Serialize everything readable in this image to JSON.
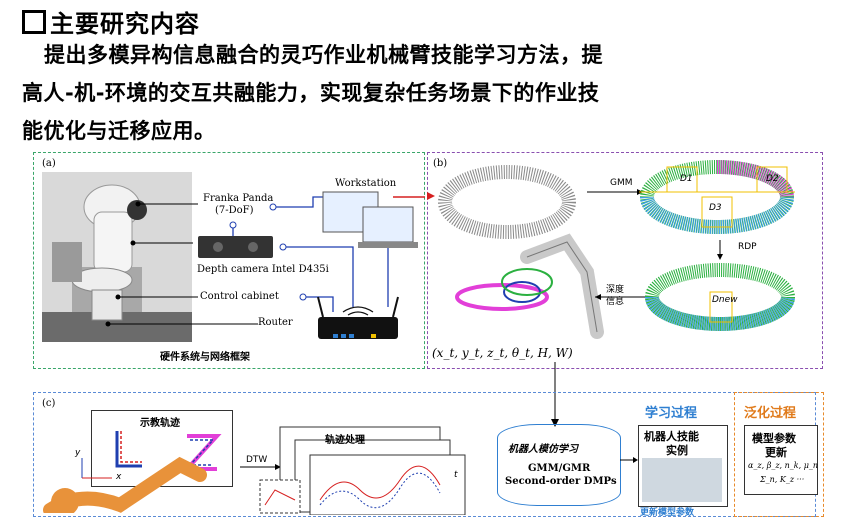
{
  "heading": {
    "text": "主要研究内容"
  },
  "paragraph": {
    "line1": "提出多模异构信息融合的灵巧作业机械臂技能学习方法，提",
    "line2": "高人-机-环境的交互共融能力，实现复杂任务场景下的作业技",
    "line3": "能优化与迁移应用。"
  },
  "panel_a": {
    "tag": "(a)",
    "robot_label": "Franka Panda",
    "robot_dof": "(7-DoF)",
    "workstation": "Workstation",
    "camera": "Depth camera Intel D435i",
    "cabinet": "Control cabinet",
    "router": "Router",
    "caption": "硬件系统与网络框架"
  },
  "panel_b": {
    "tag": "(b)",
    "gmm": "GMM",
    "rdp": "RDP",
    "depth_label_1": "深度",
    "depth_label_2": "信息",
    "state_vector": "(x_t, y_t, z_t, θ_t, H, W)",
    "d1": "D1",
    "d2": "D2",
    "d3": "D3",
    "d_new": "Dnew"
  },
  "panel_c": {
    "tag": "(c)",
    "demo_traj": "示教轨迹",
    "dtw": "DTW",
    "traj_proc": "轨迹处理",
    "t_label": "t",
    "y_label": "y",
    "x_label": "x",
    "learn_title": "学习过程",
    "imitation": "机器人模仿学习",
    "method1": "GMM/GMR",
    "method2": "Second-order DMPs",
    "skill_1": "机器人技能",
    "skill_2": "实例",
    "update_params": "更新模型参数"
  },
  "panel_d": {
    "title": "泛化过程",
    "params_1": "模型参数",
    "params_2": "更新",
    "formula_1": "α_z, β_z, n_k, μ_n",
    "formula_2": "Σ_n, K_z ···"
  }
}
